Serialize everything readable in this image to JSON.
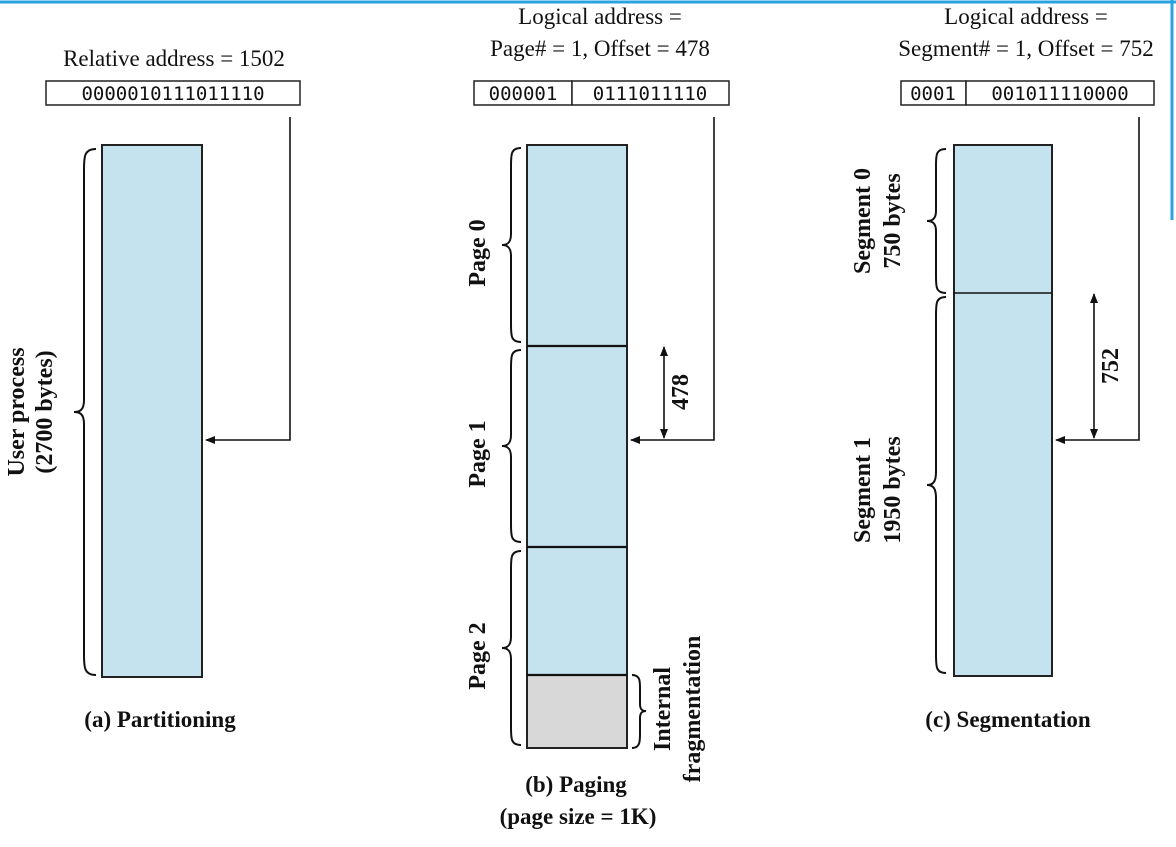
{
  "partitioning": {
    "address_label": "Relative address = 1502",
    "address_bits": "0000010111011110",
    "brace_label_line1": "User process",
    "brace_label_line2": "(2700 bytes)",
    "caption": "(a) Partitioning"
  },
  "paging": {
    "address_label_line1": "Logical address =",
    "address_label_line2": "Page# = 1, Offset = 478",
    "page_bits": "000001",
    "offset_bits": "0111011110",
    "pages": [
      "Page 0",
      "Page 1",
      "Page 2"
    ],
    "offset_label": "478",
    "frag_label_line1": "Internal",
    "frag_label_line2": "fragmentation",
    "caption_line1": "(b) Paging",
    "caption_line2": "(page size = 1K)"
  },
  "segmentation": {
    "address_label_line1": "Logical address =",
    "address_label_line2": "Segment# = 1, Offset = 752",
    "segment_bits": "0001",
    "offset_bits": "001011110000",
    "segment0_line1": "Segment 0",
    "segment0_line2": "750 bytes",
    "segment1_line1": "Segment 1",
    "segment1_line2": "1950 bytes",
    "offset_label": "752",
    "caption": "(c) Segmentation"
  },
  "colors": {
    "memory_fill": "#c5e3ee",
    "fragmentation_fill": "#d8d8d8",
    "accent_border": "#29a3e0"
  }
}
